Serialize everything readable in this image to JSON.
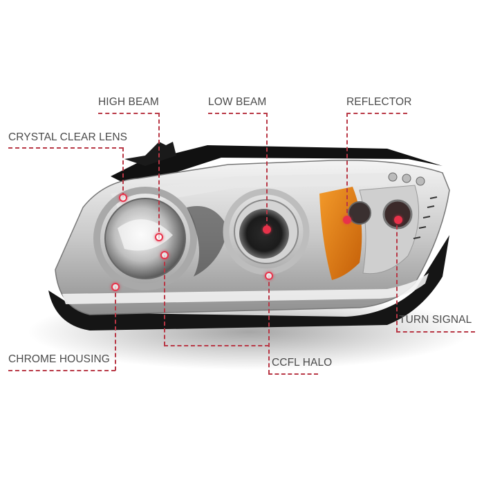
{
  "image": {
    "subject": "headlight-assembly",
    "description": "Chrome projector headlight with CCFL halos and amber reflector"
  },
  "callouts": [
    {
      "id": "high-beam",
      "label": "HIGH BEAM"
    },
    {
      "id": "crystal-clear-lens",
      "label": "CRYSTAL CLEAR LENS"
    },
    {
      "id": "low-beam",
      "label": "LOW BEAM"
    },
    {
      "id": "reflector",
      "label": "REFLECTOR"
    },
    {
      "id": "turn-signal",
      "label": "TURN SIGNAL"
    },
    {
      "id": "chrome-housing",
      "label": "CHROME HOUSING"
    },
    {
      "id": "ccfl-halo",
      "label": "CCFL HALO"
    }
  ],
  "colors": {
    "callout_line": "#b83745",
    "marker": "#e8324a",
    "label_text": "#4a4a4a",
    "amber": "#e07a10",
    "chrome": "#d9d9d9"
  }
}
